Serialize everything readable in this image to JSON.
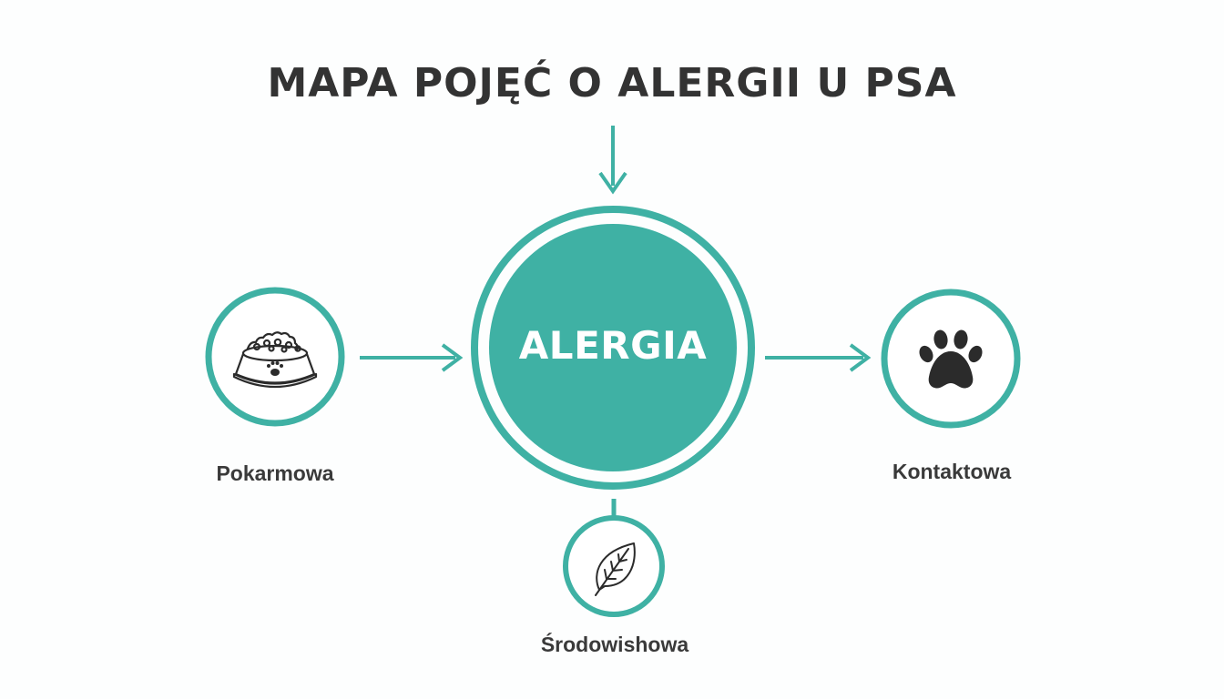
{
  "title": "MAPA POJĘĆ O ALERGII U PSA",
  "center": {
    "label": "ALERGIA"
  },
  "nodes": {
    "left": {
      "label": "Pokarmowa",
      "icon": "dog-food-bowl-icon"
    },
    "right": {
      "label": "Kontaktowa",
      "icon": "paw-print-icon"
    },
    "bottom": {
      "label": "Środowishowa",
      "icon": "leaf-icon"
    }
  },
  "colors": {
    "accent": "#3fb1a4",
    "text": "#333333",
    "icon": "#2b2b2b"
  }
}
